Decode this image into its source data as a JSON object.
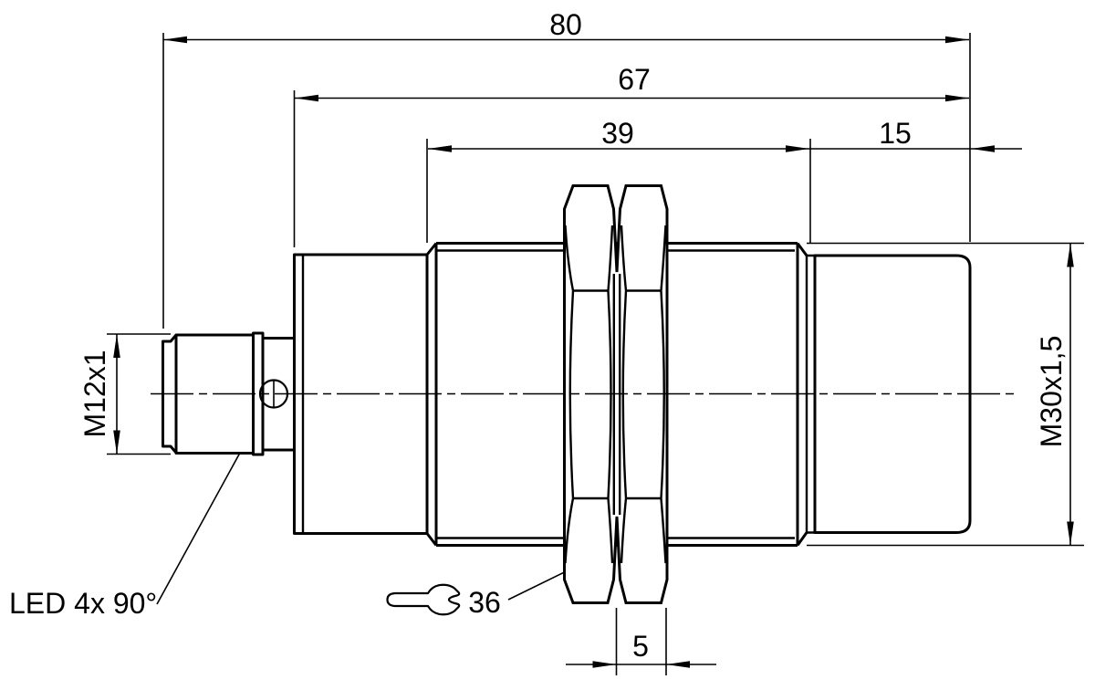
{
  "drawing": {
    "type": "technical-dimension-drawing",
    "subject": "cylindrical sensor with M12 connector and lock nuts",
    "background_color": "#ffffff",
    "line_color": "#000000",
    "dimensions": {
      "overall_length": "80",
      "housing_length": "67",
      "thread_length": "39",
      "tip_length": "15",
      "nut_thickness": "5",
      "wrench_size": "36",
      "connector_thread": "M12x1",
      "body_thread": "M30x1,5",
      "led_note": "LED 4x 90°"
    },
    "icons": [
      {
        "name": "wrench-icon",
        "meaning": "spanner / wrench size"
      },
      {
        "name": "led-indicator-circle",
        "meaning": "LED position on housing"
      }
    ]
  }
}
